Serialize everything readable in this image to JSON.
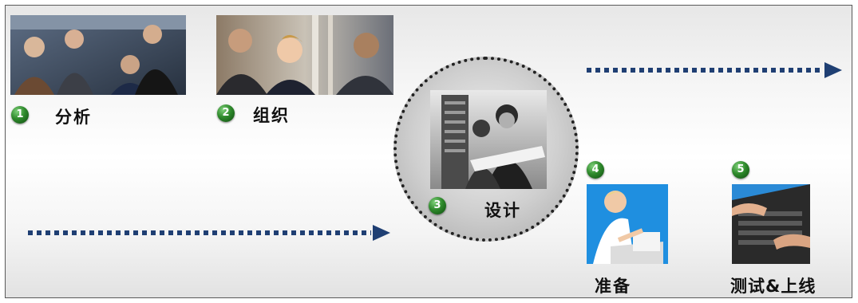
{
  "steps": [
    {
      "number": "1",
      "label": "分析",
      "image": "business-team-meeting-photo"
    },
    {
      "number": "2",
      "label": "组织",
      "image": "business-handshake-photo"
    },
    {
      "number": "3",
      "label": "设计",
      "image": "construction-engineers-photo"
    },
    {
      "number": "4",
      "label": "准备",
      "image": "person-with-laptop-photo"
    },
    {
      "number": "5",
      "label": "测试&上线",
      "image": "keyboard-typing-photo"
    }
  ],
  "highlighted_step": "3",
  "flow_arrows": [
    "lower-left-arrow",
    "upper-right-arrow"
  ],
  "colors": {
    "arrow": "#1f3f73",
    "badge": "#2f8a2c",
    "blue_backdrop": "#1f8fe0"
  }
}
